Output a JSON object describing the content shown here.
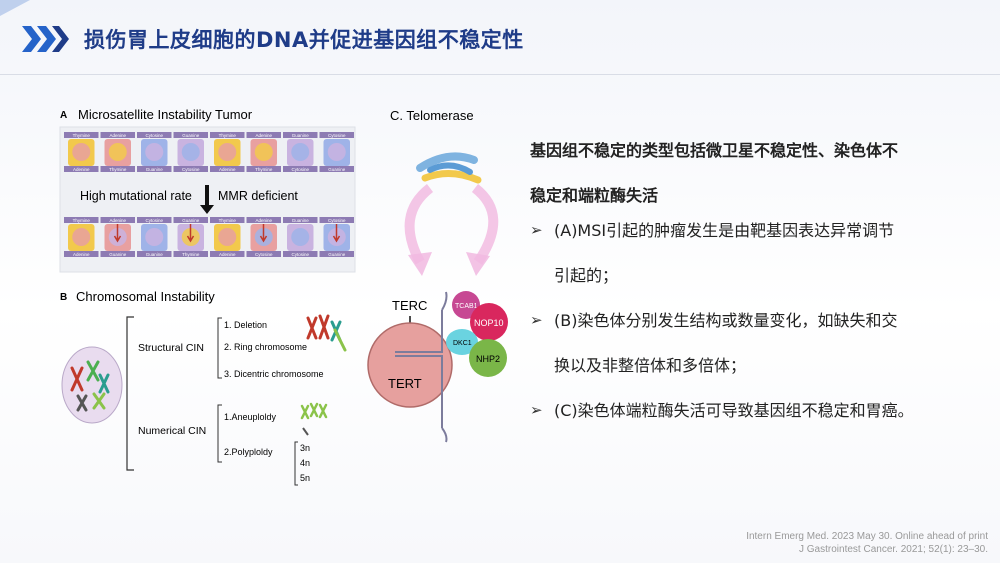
{
  "header": {
    "title": "损伤胃上皮细胞的DNA并促进基因组不稳定性"
  },
  "figure": {
    "panel_a": {
      "label": "A",
      "title": "Microsatellite Instability Tumor",
      "note_left": "High mutational rate",
      "note_right": "MMR deficient",
      "top_bases": [
        "Thymine",
        "Adenine",
        "Cytosine",
        "Guanine",
        "Thymine",
        "Adenine",
        "Guanine",
        "Cytosine"
      ],
      "top_pairs": [
        "Adenine",
        "Thymine",
        "Guanine",
        "Cytosine",
        "Adenine",
        "Thymine",
        "Cytosine",
        "Guanine"
      ],
      "bottom_bases": [
        "Thymine",
        "Adenine",
        "Cytosine",
        "Guanine",
        "Thymine",
        "Adenine",
        "Guanine",
        "Cytosine"
      ],
      "bottom_pairs": [
        "Adenine",
        "Guanine",
        "Guanine",
        "Thymine",
        "Adenine",
        "Cytosine",
        "Cytosine",
        "Guanine"
      ]
    },
    "panel_b": {
      "label": "B",
      "title": "Chromosomal Instability",
      "structural": "Structural CIN",
      "numerical": "Numerical CIN",
      "s1": "1. Deletion",
      "s2": "2. Ring chromosome",
      "s3": "3. Dicentric chromosome",
      "n1": "1.Aneuploldy",
      "n2": "2.Polyploldy",
      "p1": "3n",
      "p2": "4n",
      "p3": "5n"
    },
    "panel_c": {
      "title": "C. Telomerase",
      "terc": "TERC",
      "tert": "TERT",
      "tcab1": "TCAB1",
      "nop10": "NOP10",
      "dkc1": "DKC1",
      "nhp2": "NHP2"
    }
  },
  "content": {
    "lead_line1": "基因组不稳定的类型包括微卫星不稳定性、染色体不",
    "lead_line2": "稳定和端粒酶失活",
    "bullets": [
      {
        "line1": "(A)MSI引起的肿瘤发生是由靶基因表达异常调节",
        "line2": "引起的；"
      },
      {
        "line1": "(B)染色体分别发生结构或数量变化，如缺失和交",
        "line2": "换以及非整倍体和多倍体；"
      },
      {
        "line1": "(C)染色体端粒酶失活可导致基因组不稳定和胃癌。",
        "line2": ""
      }
    ],
    "bullet_symbol": "➢"
  },
  "citation": {
    "line1": "Intern Emerg Med. 2023 May 30. Online ahead of print",
    "line2": "J Gastrointest Cancer. 2021; 52(1): 23–30."
  },
  "colors": {
    "title": "#1f3c88",
    "logo": "#2563c9"
  }
}
